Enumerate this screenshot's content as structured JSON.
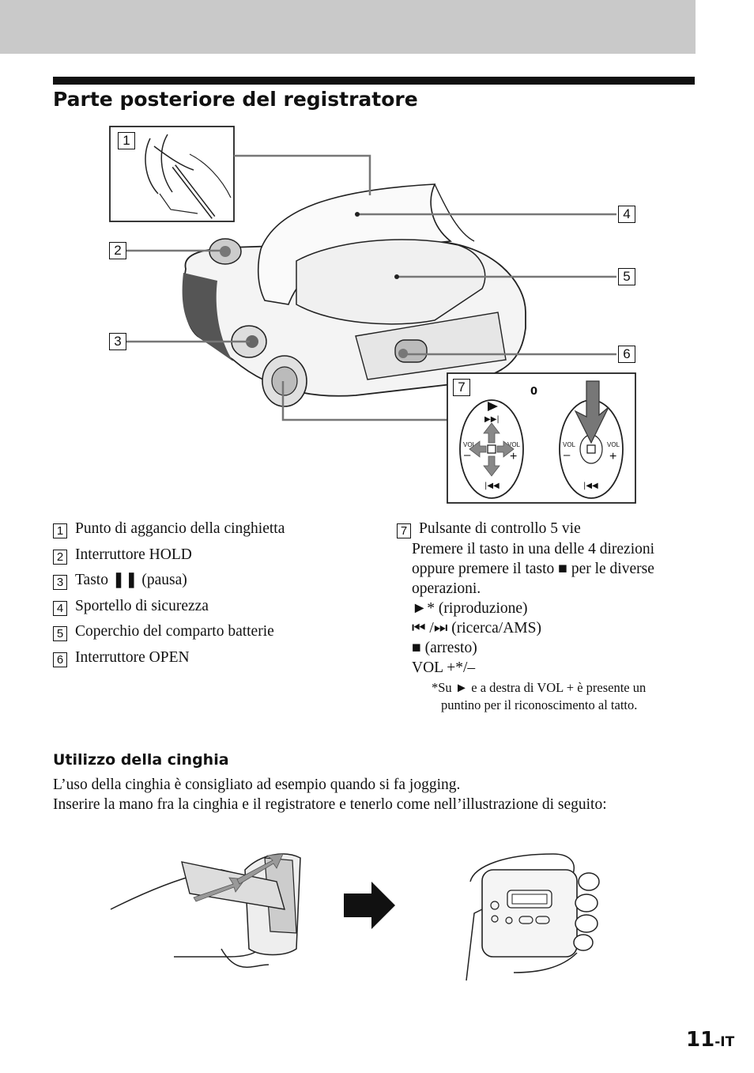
{
  "section": {
    "title": "Parte posteriore del registratore"
  },
  "figure": {
    "callouts": [
      "1",
      "2",
      "3",
      "4",
      "5",
      "6",
      "7"
    ],
    "zero_label": "0",
    "vol_label": "VOL",
    "plus_sign": "+",
    "minus_sign": "–"
  },
  "legend": {
    "items": [
      {
        "num": "1",
        "text": "Punto di aggancio della cinghietta"
      },
      {
        "num": "2",
        "text": "Interruttore HOLD"
      },
      {
        "num": "3",
        "text": "Tasto ❚❚ (pausa)"
      },
      {
        "num": "4",
        "text": "Sportello di sicurezza"
      },
      {
        "num": "5",
        "text": "Coperchio del comparto batterie"
      },
      {
        "num": "6",
        "text": "Interruttore OPEN"
      }
    ],
    "item7": {
      "num": "7",
      "title": "Pulsante di controllo 5 vie",
      "desc1": "Premere il tasto in una delle 4 direzioni",
      "desc2": "oppure premere il tasto ■ per le diverse",
      "desc3": "operazioni.",
      "play": "►* (riproduzione)",
      "search": "⏮ /⏭ (ricerca/AMS)",
      "stop": "■ (arresto)",
      "vol": "VOL +*/–",
      "note1": "*Su ► e a destra di VOL + è presente un",
      "note2": "puntino per il riconoscimento al tatto."
    }
  },
  "strap": {
    "heading": "Utilizzo della cinghia",
    "line1": "L’uso della cinghia è consigliato ad esempio quando si fa jogging.",
    "line2": "Inserire la mano fra la cinghia e il registratore e tenerlo come nell’illustrazione di seguito:"
  },
  "page": {
    "number": "11",
    "suffix": "-IT"
  }
}
